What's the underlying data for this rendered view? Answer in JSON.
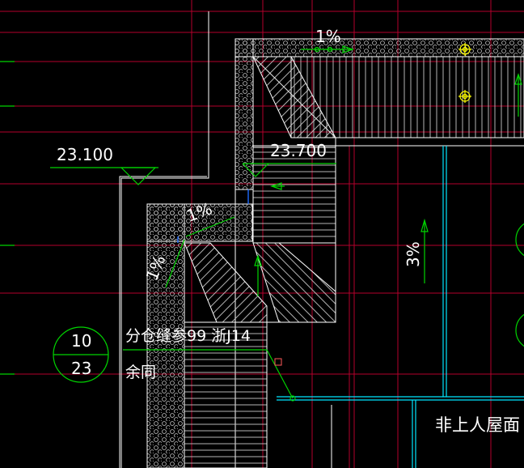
{
  "labels": {
    "elev_left": "23.100",
    "elev_mid": "23.700",
    "slope_top": "1%",
    "slope_mid": "1%",
    "slope_left": "1%",
    "slope_right": "3%",
    "detail_num": "10",
    "detail_sheet": "23",
    "note_line1": "分仓缝参99 浙J14",
    "note_line2": "余同",
    "roof_label": "非上人屋面"
  },
  "colors": {
    "background": "#000000",
    "axis_red": "#b4002c",
    "wall_white": "#ffffff",
    "hatch_gray": "#c8c8c8",
    "annotation_green": "#00d400",
    "gutter_cyan": "#00e6ff",
    "drain_yellow": "#ffff00",
    "edge_blue": "#1e6bff"
  }
}
